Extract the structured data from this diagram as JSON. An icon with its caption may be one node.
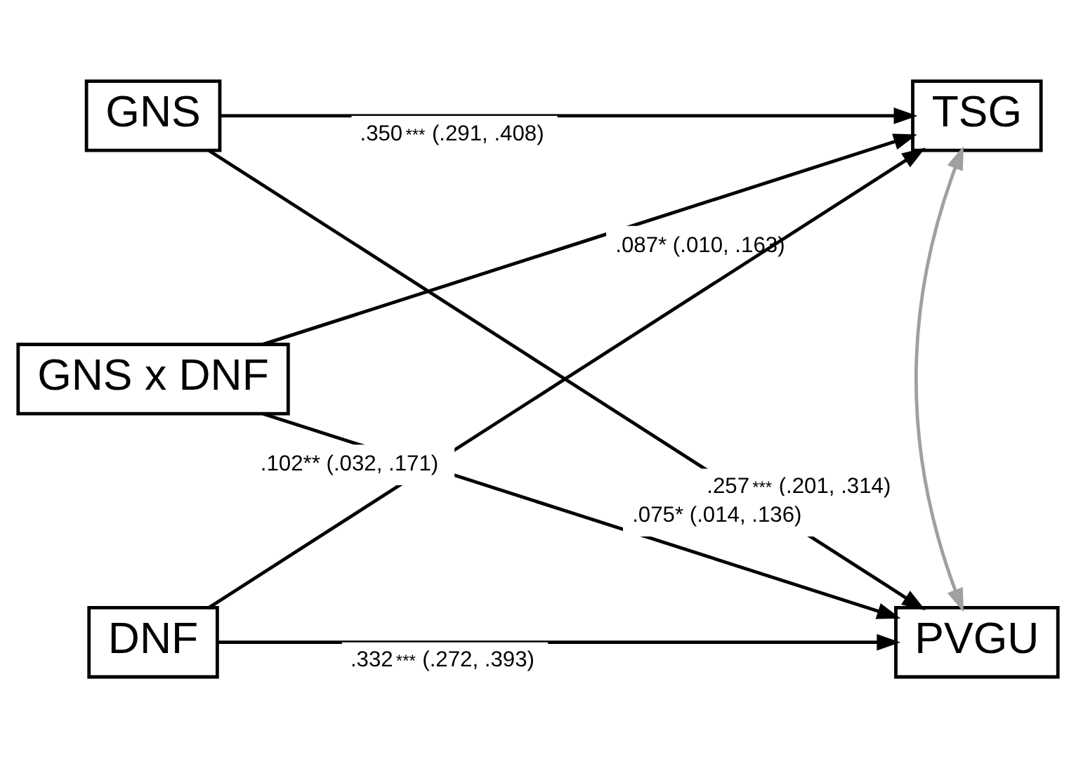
{
  "diagram": {
    "nodes": [
      {
        "text": [
          "GNS"
        ]
      },
      {
        "text": [
          "TSG"
        ]
      },
      {
        "text": [
          "GNS x DNF"
        ]
      },
      {
        "text": [
          "DNF"
        ]
      },
      {
        "text": [
          "PVGU"
        ]
      }
    ],
    "edges": [
      {
        "from": 0,
        "to": 1,
        "arrow": "to",
        "label": ".350$^{***}$ (.291, .408)"
      },
      {
        "from": 0,
        "to": 4,
        "arrow": "to",
        "label": ".257$^{***}$ (.201, .314)"
      },
      {
        "from": 2,
        "to": 1,
        "arrow": "to",
        "label": ".087* (.010, .163)"
      },
      {
        "from": 2,
        "to": 4,
        "arrow": "to",
        "label": ".075* (.014, .136)"
      },
      {
        "from": 3,
        "to": 1,
        "arrow": "to",
        "label": ".102** (.032, .171)"
      },
      {
        "from": 3,
        "to": 4,
        "arrow": "to",
        "label": ".332$^{***}$ (.272, .393)"
      },
      {
        "from": 1,
        "to": 4,
        "arrow": "both",
        "color": "#a0a0a0"
      }
    ]
  }
}
